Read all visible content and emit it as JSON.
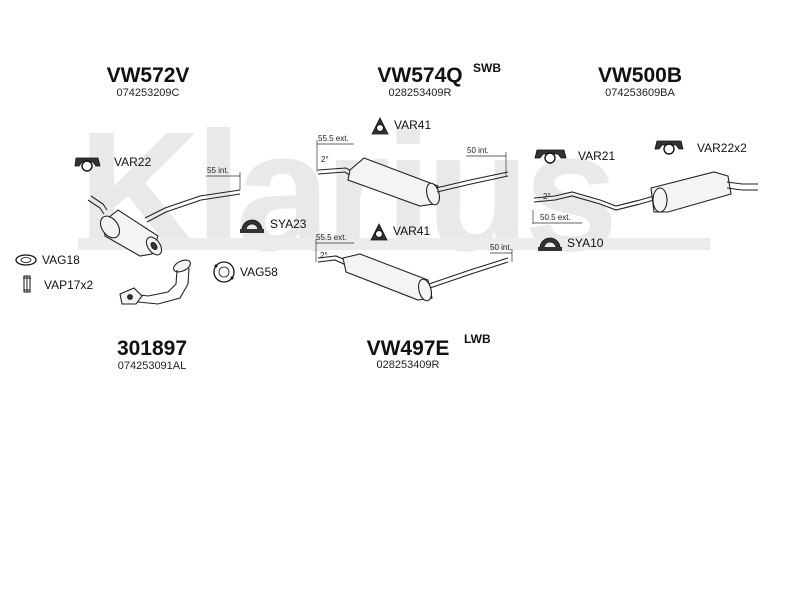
{
  "watermark": "Klarius",
  "parts": {
    "front_box": {
      "code": "VW572V",
      "oem": "074253209C"
    },
    "middle_swb": {
      "code": "VW574Q",
      "oem": "028253409R",
      "tag": "SWB"
    },
    "rear_box": {
      "code": "VW500B",
      "oem": "074253609BA"
    },
    "front_pipe": {
      "code": "301897",
      "oem": "074253091AL"
    },
    "middle_lwb": {
      "code": "VW497E",
      "oem": "028253409R",
      "tag": "LWB"
    }
  },
  "fittings": {
    "var22": "VAR22",
    "var41_top": "VAR41",
    "var41_bottom": "VAR41",
    "sya23": "SYA23",
    "var21": "VAR21",
    "var22x2": "VAR22x2",
    "sya10": "SYA10",
    "vag18": "VAG18",
    "vap17x2": "VAP17x2",
    "vag58": "VAG58"
  },
  "dimensions": {
    "front_int": "55 int.",
    "swb_ext": "55.5 ext.",
    "swb_angle": "2°",
    "swb_int": "50 int.",
    "lwb_ext": "55.5 ext.",
    "lwb_angle": "2°",
    "lwb_int": "50 int.",
    "rear_angle": "2°",
    "rear_ext": "50.5 ext."
  }
}
